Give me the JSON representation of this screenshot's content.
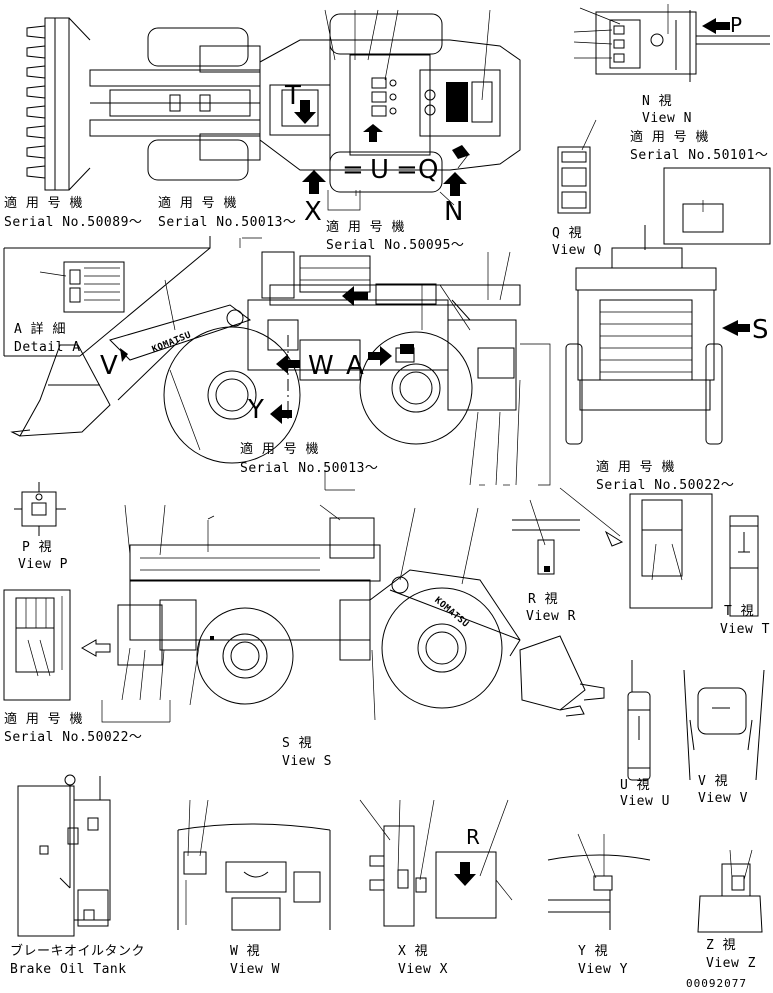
{
  "serials": {
    "s50089_jp": "適 用 号 機",
    "s50089": "Serial No.50089～",
    "s50013a_jp": "適 用 号 機",
    "s50013a": "Serial No.50013～",
    "s50095_jp": "適 用 号 機",
    "s50095": "Serial No.50095～",
    "s50101_jp": "適 用 号 機",
    "s50101": "Serial No.50101～",
    "s50013b_jp": "適 用 号 機",
    "s50013b": "Serial No.50013～",
    "s50022a_jp": "適 用 号 機",
    "s50022a": "Serial No.50022～",
    "s50022b_jp": "適 用 号 機",
    "s50022b": "Serial No.50022～"
  },
  "views": {
    "n_jp": "N 視",
    "n": "View N",
    "q_jp": "Q 視",
    "q": "View Q",
    "a_jp": "A 詳 細",
    "a": "Detail A",
    "p_jp": "P 視",
    "p": "View P",
    "r_jp": "R 視",
    "r": "View R",
    "t_jp": "T 視",
    "t": "View T",
    "s_jp": "S 視",
    "s": "View S",
    "u_jp": "U 視",
    "u": "View U",
    "v_jp": "V 視",
    "v": "View V",
    "w_jp": "W 視",
    "w": "View W",
    "x_jp": "X 視",
    "x": "View X",
    "y_jp": "Y 視",
    "y": "View Y",
    "z_jp": "Z 視",
    "z": "View Z",
    "brake_jp": "ブレーキオイルタンク",
    "brake": "Brake Oil Tank"
  },
  "letters": {
    "top_t": "T",
    "top_u": "U",
    "top_q": "Q",
    "top_x": "X",
    "top_n": "N",
    "top_eq1": "=",
    "top_eq2": "=",
    "side_v": "V",
    "side_w": "W",
    "side_a": "A",
    "side_y": "Y",
    "front_s": "S",
    "n_p": "P",
    "x_r": "R"
  },
  "brand": "KOMATSU",
  "drawing_number": "00092077"
}
